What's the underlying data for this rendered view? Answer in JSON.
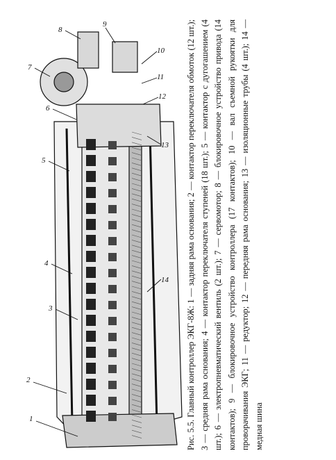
{
  "figure": {
    "caption_prefix": "Рис. 5.5.",
    "caption_text": "Главный контроллер ЭКГ-8Ж: 1 — задняя рама основания; 2 — контактор переключателя обмоток (12 шт.); 3 — средняя рама основания; 4 — контактор переключателя ступеней (18 шт.); 5 — контактор с дугогашением (4 шт.); 6 — электропневматический вентиль (2 шт.); 7 — сервомотор; 8 — блокировочное устройство привода (14 контактов); 9 — блокировочное устройство контроллера (17 контактов); 10 — вал съемной рукоятки для проворачивания ЭКГ; 11 — редуктор; 12 — передняя рама основания; 13 — изоляционные трубы (4 шт.); 14 — медная шина",
    "labels": [
      "1",
      "2",
      "3",
      "4",
      "5",
      "6",
      "7",
      "8",
      "9",
      "10",
      "11",
      "12",
      "13",
      "14"
    ]
  }
}
